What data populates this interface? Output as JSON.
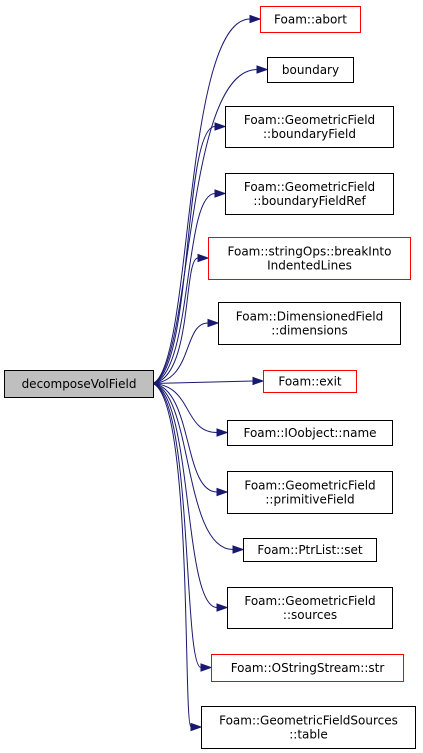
{
  "colors": {
    "edge": "#191970",
    "root_fill": "#bfbfbf",
    "root_border": "#000000",
    "node_fill": "#ffffff",
    "node_border_default": "#000000",
    "node_border_truncated": "#ff0000"
  },
  "root": {
    "id": "root",
    "lines": [
      "decomposeVolField"
    ]
  },
  "nodes": [
    {
      "id": "abort",
      "lines": [
        "Foam::abort"
      ],
      "truncated": true
    },
    {
      "id": "boundary",
      "lines": [
        "boundary"
      ],
      "truncated": false
    },
    {
      "id": "boundaryField",
      "lines": [
        "Foam::GeometricField",
        "::boundaryField"
      ],
      "truncated": false
    },
    {
      "id": "boundaryFieldRef",
      "lines": [
        "Foam::GeometricField",
        "::boundaryFieldRef"
      ],
      "truncated": false
    },
    {
      "id": "breakIntoIndentedLines",
      "lines": [
        "Foam::stringOps::breakInto",
        "IndentedLines"
      ],
      "truncated": true
    },
    {
      "id": "dimensions",
      "lines": [
        "Foam::DimensionedField",
        "::dimensions"
      ],
      "truncated": false
    },
    {
      "id": "exit",
      "lines": [
        "Foam::exit"
      ],
      "truncated": true
    },
    {
      "id": "name",
      "lines": [
        "Foam::IOobject::name"
      ],
      "truncated": false
    },
    {
      "id": "primitiveField",
      "lines": [
        "Foam::GeometricField",
        "::primitiveField"
      ],
      "truncated": false
    },
    {
      "id": "set",
      "lines": [
        "Foam::PtrList::set"
      ],
      "truncated": false
    },
    {
      "id": "sources",
      "lines": [
        "Foam::GeometricField",
        "::sources"
      ],
      "truncated": false
    },
    {
      "id": "str",
      "lines": [
        "Foam::OStringStream::str"
      ],
      "truncated": true
    },
    {
      "id": "table",
      "lines": [
        "Foam::GeometricFieldSources",
        "::table"
      ],
      "truncated": false
    }
  ],
  "edges": [
    {
      "from": "root",
      "to": "abort"
    },
    {
      "from": "root",
      "to": "boundary"
    },
    {
      "from": "root",
      "to": "boundaryField"
    },
    {
      "from": "root",
      "to": "boundaryFieldRef"
    },
    {
      "from": "root",
      "to": "breakIntoIndentedLines"
    },
    {
      "from": "root",
      "to": "dimensions"
    },
    {
      "from": "root",
      "to": "exit"
    },
    {
      "from": "root",
      "to": "name"
    },
    {
      "from": "root",
      "to": "primitiveField"
    },
    {
      "from": "root",
      "to": "set"
    },
    {
      "from": "root",
      "to": "sources"
    },
    {
      "from": "root",
      "to": "str"
    },
    {
      "from": "root",
      "to": "table"
    }
  ]
}
